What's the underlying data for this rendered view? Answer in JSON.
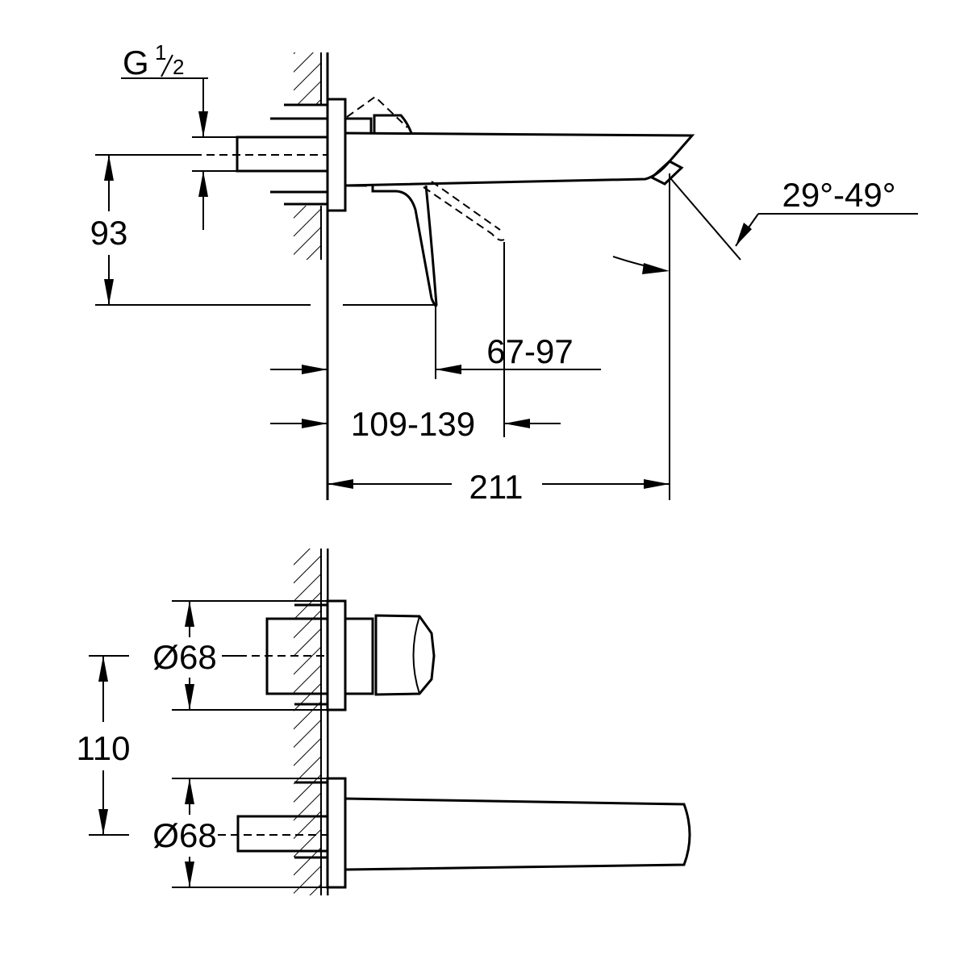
{
  "drawing": {
    "side_view": {
      "thread_label": "G",
      "thread_fraction_num": "1",
      "thread_fraction_den": "2",
      "height_dim": "93",
      "lever_dim": "67-97",
      "depth_dim": "109-139",
      "projection_dim": "211",
      "angle_dim": "29°-49°"
    },
    "front_view": {
      "upper_diameter": "Ø68",
      "spacing_dim": "110",
      "lower_diameter": "Ø68"
    }
  }
}
